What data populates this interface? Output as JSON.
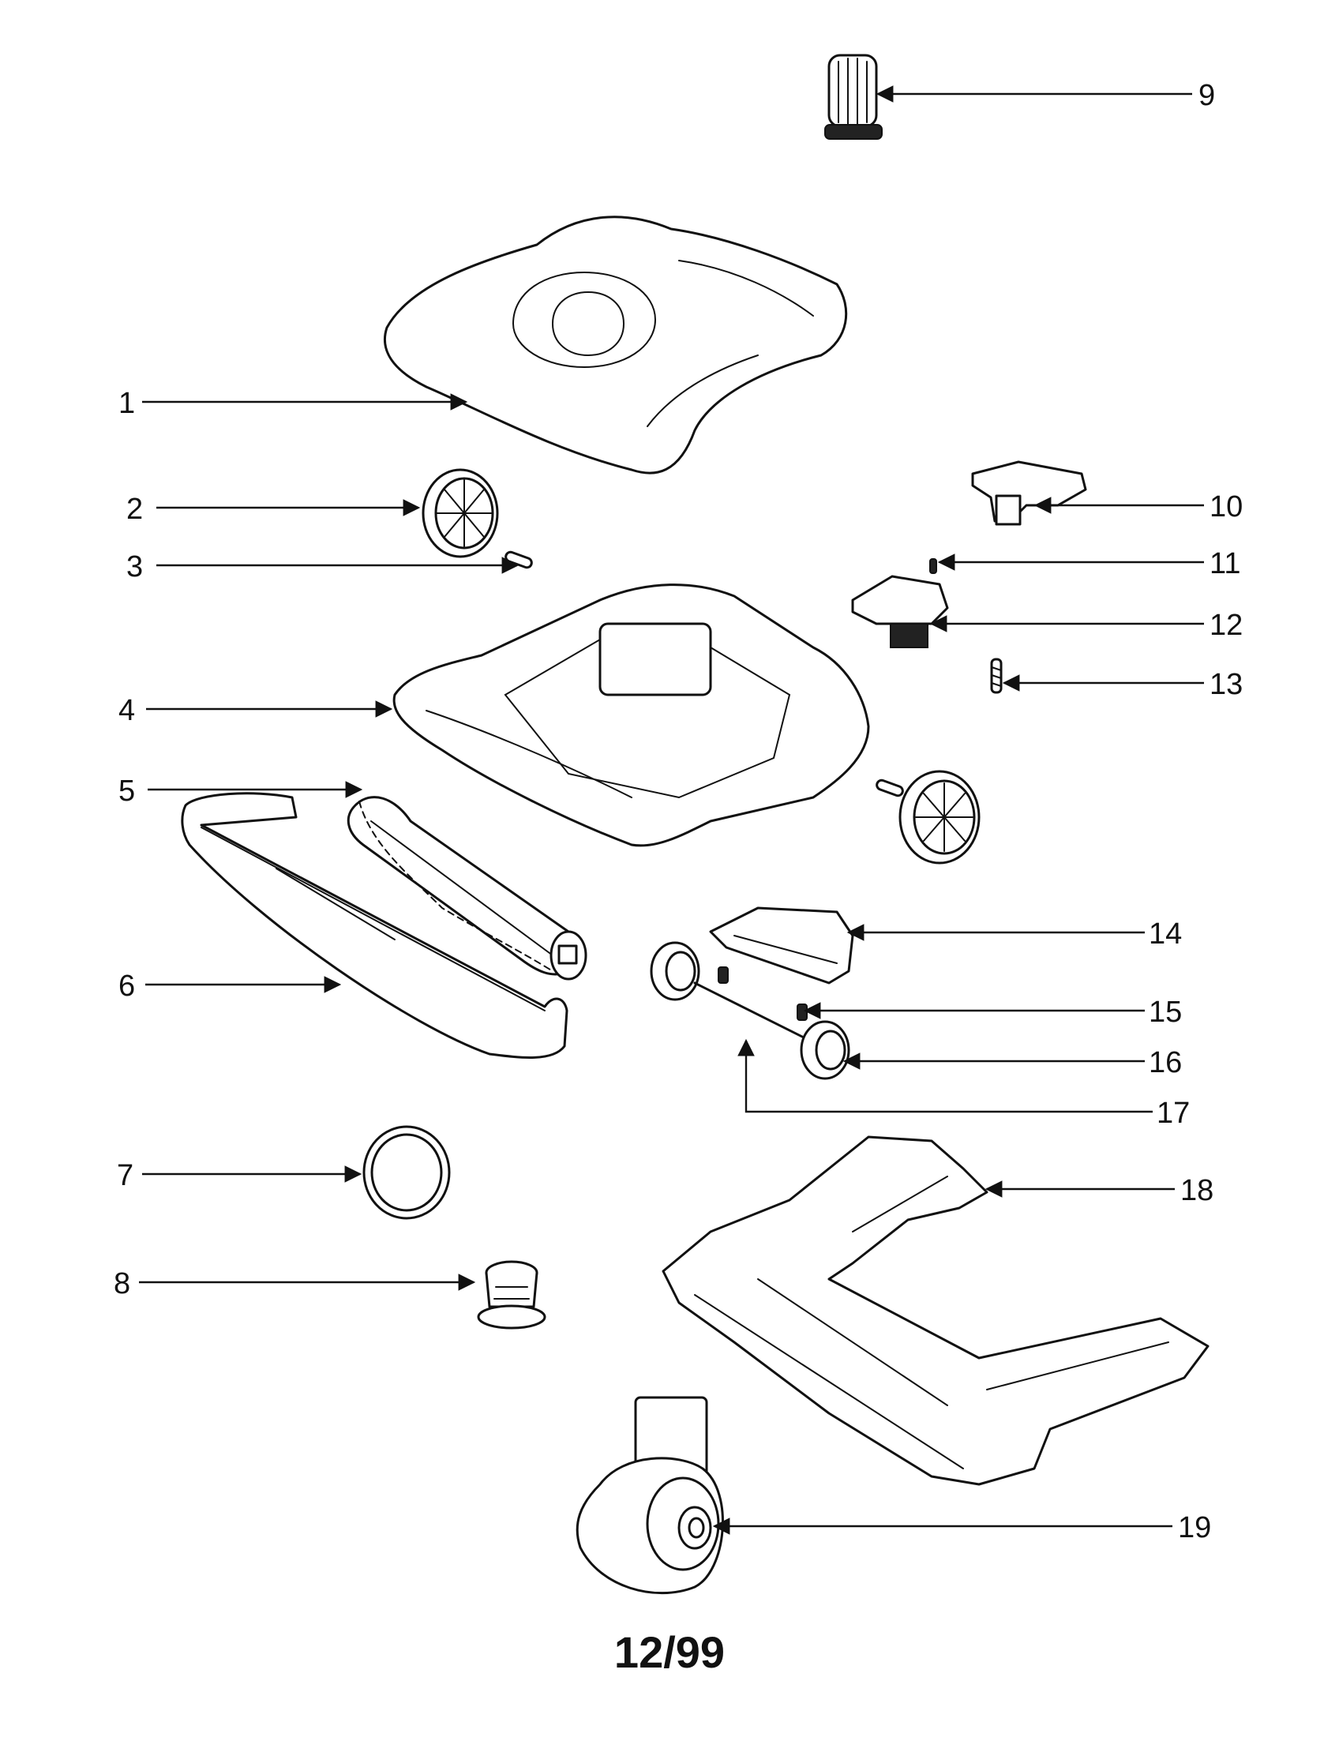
{
  "callouts": [
    {
      "id": "1",
      "label": "1"
    },
    {
      "id": "2",
      "label": "2"
    },
    {
      "id": "3",
      "label": "3"
    },
    {
      "id": "4",
      "label": "4"
    },
    {
      "id": "5",
      "label": "5"
    },
    {
      "id": "6",
      "label": "6"
    },
    {
      "id": "7",
      "label": "7"
    },
    {
      "id": "8",
      "label": "8"
    },
    {
      "id": "9",
      "label": "9"
    },
    {
      "id": "10",
      "label": "10"
    },
    {
      "id": "11",
      "label": "11"
    },
    {
      "id": "12",
      "label": "12"
    },
    {
      "id": "13",
      "label": "13"
    },
    {
      "id": "14",
      "label": "14"
    },
    {
      "id": "15",
      "label": "15"
    },
    {
      "id": "16",
      "label": "16"
    },
    {
      "id": "17",
      "label": "17"
    },
    {
      "id": "18",
      "label": "18"
    },
    {
      "id": "19",
      "label": "19"
    }
  ],
  "footer": {
    "date_code": "12/99"
  },
  "colors": {
    "ink": "#111111",
    "background": "#ffffff"
  }
}
